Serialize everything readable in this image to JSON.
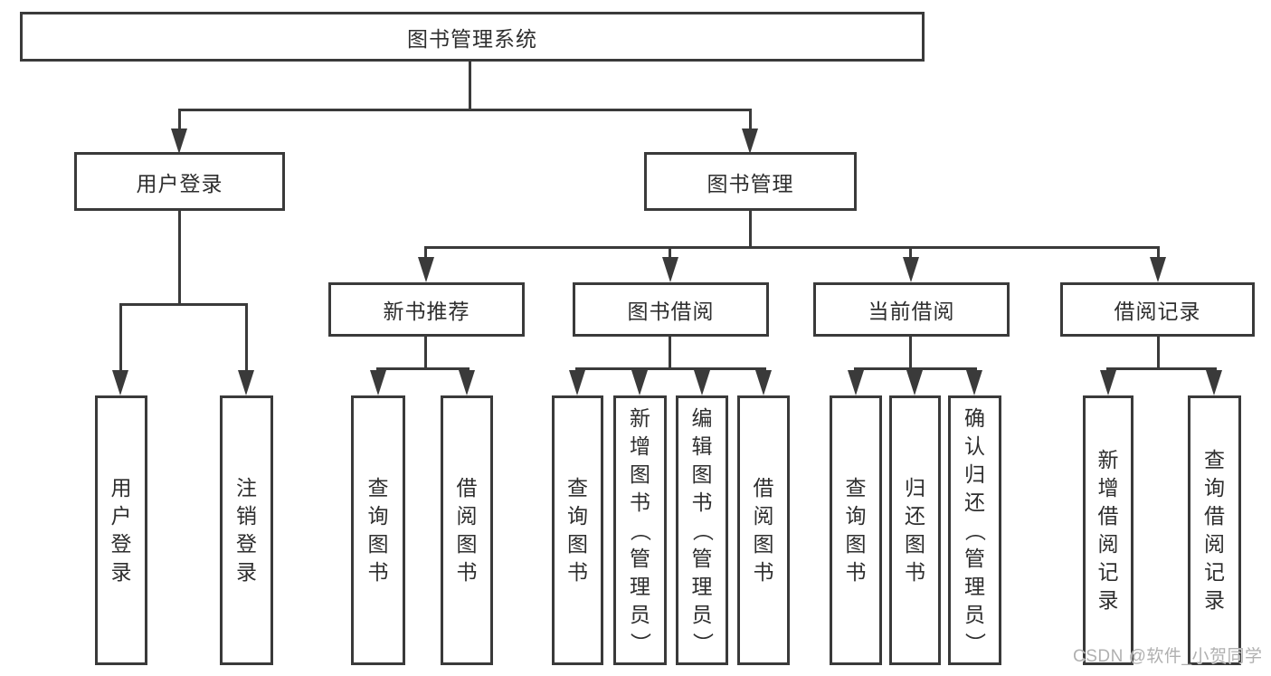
{
  "colors": {
    "line": "#3a3a3a",
    "box_border": "#3a3a3a",
    "box_text": "#2e2e2e",
    "watermark": "#b0b0b0",
    "background": "#ffffff"
  },
  "watermark": {
    "text": "CSDN @软件_小贺同学"
  },
  "tree": {
    "root": {
      "label": "图书管理系统",
      "children": [
        {
          "label": "用户登录",
          "children": [
            {
              "label": "用户登录"
            },
            {
              "label": "注销登录"
            }
          ]
        },
        {
          "label": "图书管理",
          "children": [
            {
              "label": "新书推荐",
              "children": [
                {
                  "label": "查询图书"
                },
                {
                  "label": "借阅图书"
                }
              ]
            },
            {
              "label": "图书借阅",
              "children": [
                {
                  "label": "查询图书"
                },
                {
                  "label": "新增图书（管理员）"
                },
                {
                  "label": "编辑图书（管理员）"
                },
                {
                  "label": "借阅图书"
                }
              ]
            },
            {
              "label": "当前借阅",
              "children": [
                {
                  "label": "查询图书"
                },
                {
                  "label": "归还图书"
                },
                {
                  "label": "确认归还（管理员）"
                }
              ]
            },
            {
              "label": "借阅记录",
              "children": [
                {
                  "label": "新增借阅记录"
                },
                {
                  "label": "查询借阅记录"
                }
              ]
            }
          ]
        }
      ]
    }
  }
}
